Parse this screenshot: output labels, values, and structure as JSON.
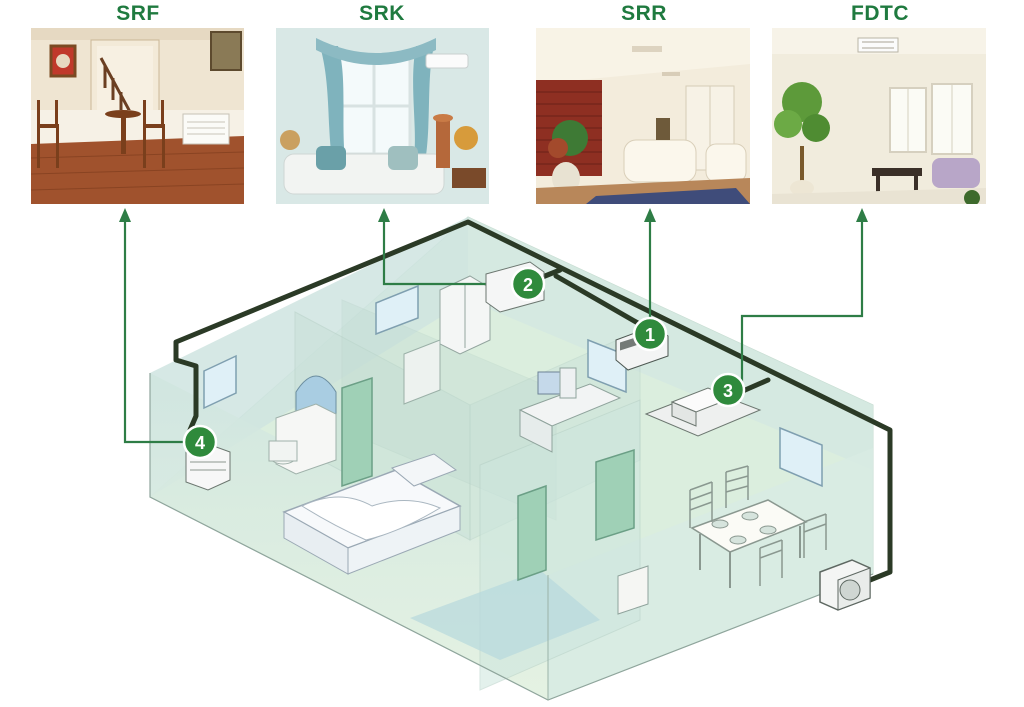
{
  "units": [
    {
      "id": "srf",
      "title": "SRF",
      "number": "4"
    },
    {
      "id": "srk",
      "title": "SRK",
      "number": "2"
    },
    {
      "id": "srr",
      "title": "SRR",
      "number": "1"
    },
    {
      "id": "fdtc",
      "title": "FDTC",
      "number": "3"
    }
  ],
  "colors": {
    "accent_green": "#1f7a3f",
    "badge_green": "#2f8a3c",
    "pipe_dark": "#2b3a26",
    "wall_tint": "#d6ece0",
    "floor_tint": "#e4f2d8"
  },
  "icons": [
    "arrow-up-icon",
    "indoor-unit-icon",
    "outdoor-unit-icon"
  ]
}
